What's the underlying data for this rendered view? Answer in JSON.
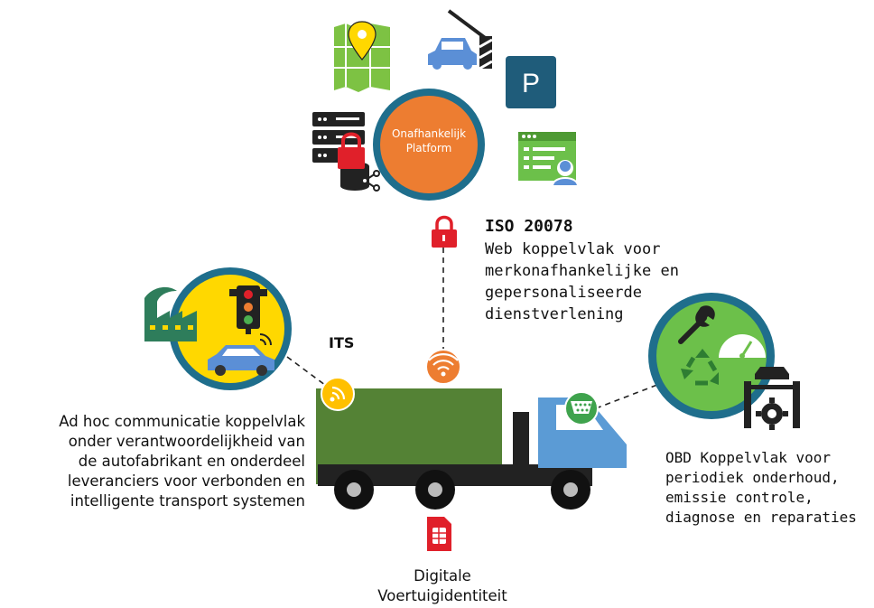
{
  "platform": {
    "label_lines": [
      "Onafhankelijk",
      "Platform"
    ],
    "color": "#ED7D31",
    "ring_color": "#1F6E8C"
  },
  "iso": {
    "title": "ISO 20078",
    "lines": [
      "Web koppelvlak voor",
      "merkonafhankelijke en",
      "gepersonaliseerde",
      "dienstverlening"
    ]
  },
  "its": {
    "label": "ITS",
    "circle_color": "#FFD800"
  },
  "adhoc": {
    "lines": [
      "Ad hoc communicatie koppelvlak",
      "onder verantwoordelijkheid van",
      "de autofabrikant en onderdeel",
      "leveranciers voor verbonden en",
      "intelligente transport systemen"
    ]
  },
  "obd": {
    "lines": [
      "OBD Koppelvlak voor",
      "periodiek onderhoud,",
      "emissie controle,",
      "diagnose en reparaties"
    ],
    "circle_color": "#6CC04A"
  },
  "vehicle_id": {
    "lines": [
      "Digitale",
      "Voertuigidentiteit"
    ]
  },
  "platform_icons": {
    "map": "map-pin-icon",
    "parking_barrier": "car-barrier-icon",
    "parking": "parking-sign-icon",
    "parking_letter": "P",
    "server_lock": "server-lock-icon",
    "user_window": "browser-user-icon"
  },
  "colors": {
    "truck_cargo": "#548235",
    "truck_cab": "#5B9BD5",
    "lock": "#E0202A",
    "wifi_yellow": "#FFC000",
    "wifi_orange": "#ED7D31",
    "obd_green": "#3FA34D",
    "ring": "#1F6E8C"
  }
}
